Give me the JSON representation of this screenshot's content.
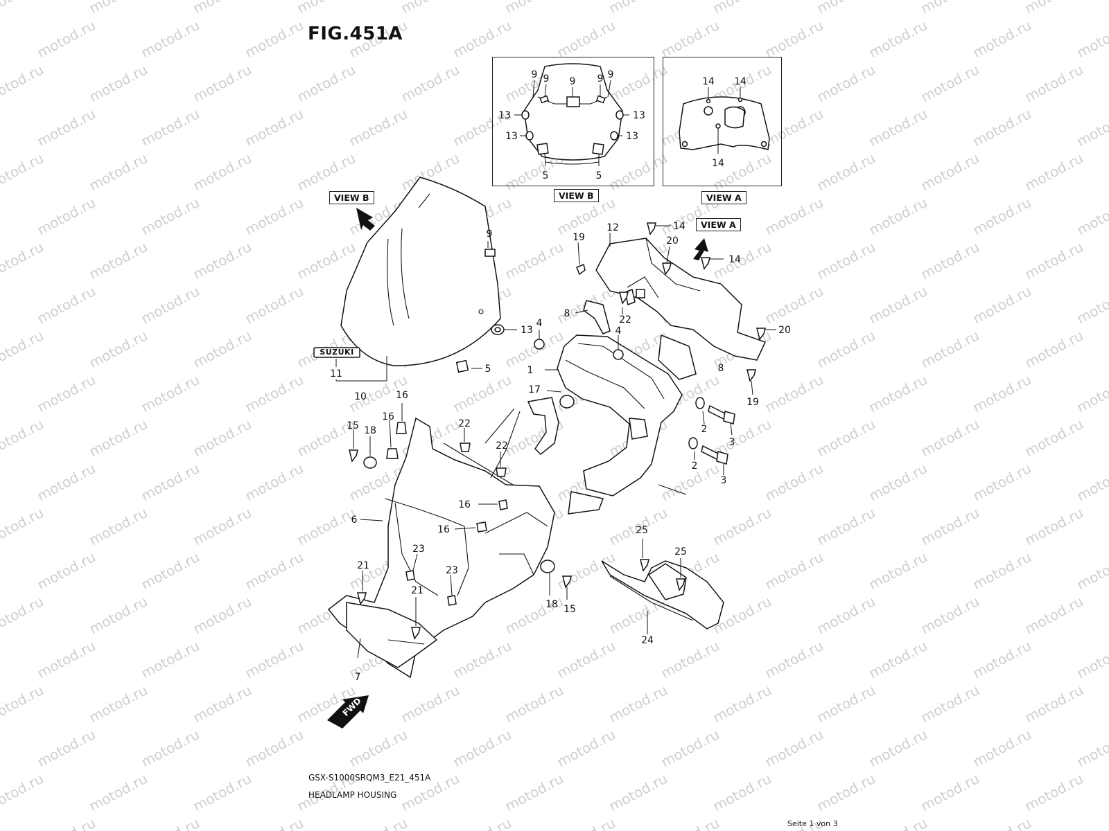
{
  "figure": {
    "title": "FIG.451A",
    "code": "GSX-S1000SRQM3_E21_451A",
    "name": "HEADLAMP HOUSING",
    "page": "Seite 1 von 3",
    "watermark": "motod.ru"
  },
  "views": {
    "view_b_label": "VIEW B",
    "view_a_label": "VIEW A",
    "view_b_pointer": "VIEW B",
    "view_a_pointer": "VIEW A",
    "fwd": "FWD",
    "brand_badge": "SUZUKI"
  },
  "callouts": {
    "view_b": [
      {
        "id": "vb-9a",
        "text": "9"
      },
      {
        "id": "vb-9b",
        "text": "9"
      },
      {
        "id": "vb-9c",
        "text": "9"
      },
      {
        "id": "vb-9d",
        "text": "9"
      },
      {
        "id": "vb-9e",
        "text": "9"
      },
      {
        "id": "vb-13a",
        "text": "13"
      },
      {
        "id": "vb-13b",
        "text": "13"
      },
      {
        "id": "vb-13c",
        "text": "13"
      },
      {
        "id": "vb-13d",
        "text": "13"
      },
      {
        "id": "vb-5a",
        "text": "5"
      },
      {
        "id": "vb-5b",
        "text": "5"
      }
    ],
    "view_a": [
      {
        "id": "va-14a",
        "text": "14"
      },
      {
        "id": "va-14b",
        "text": "14"
      },
      {
        "id": "va-14c",
        "text": "14"
      }
    ],
    "main": [
      {
        "id": "m-9",
        "text": "9"
      },
      {
        "id": "m-13",
        "text": "13"
      },
      {
        "id": "m-5",
        "text": "5"
      },
      {
        "id": "m-11",
        "text": "11"
      },
      {
        "id": "m-10",
        "text": "10"
      },
      {
        "id": "m-19a",
        "text": "19"
      },
      {
        "id": "m-12",
        "text": "12"
      },
      {
        "id": "m-14a",
        "text": "14"
      },
      {
        "id": "m-20a",
        "text": "20"
      },
      {
        "id": "m-14b",
        "text": "14"
      },
      {
        "id": "m-8a",
        "text": "8"
      },
      {
        "id": "m-22a",
        "text": "22"
      },
      {
        "id": "m-4a",
        "text": "4"
      },
      {
        "id": "m-4b",
        "text": "4"
      },
      {
        "id": "m-20b",
        "text": "20"
      },
      {
        "id": "m-1",
        "text": "1"
      },
      {
        "id": "m-8b",
        "text": "8"
      },
      {
        "id": "m-19b",
        "text": "19"
      },
      {
        "id": "m-17",
        "text": "17"
      },
      {
        "id": "m-2a",
        "text": "2"
      },
      {
        "id": "m-3a",
        "text": "3"
      },
      {
        "id": "m-2b",
        "text": "2"
      },
      {
        "id": "m-3b",
        "text": "3"
      },
      {
        "id": "m-16a",
        "text": "16"
      },
      {
        "id": "m-16b",
        "text": "16"
      },
      {
        "id": "m-15a",
        "text": "15"
      },
      {
        "id": "m-18a",
        "text": "18"
      },
      {
        "id": "m-22b",
        "text": "22"
      },
      {
        "id": "m-22c",
        "text": "22"
      },
      {
        "id": "m-16c",
        "text": "16"
      },
      {
        "id": "m-16d",
        "text": "16"
      },
      {
        "id": "m-6",
        "text": "6"
      },
      {
        "id": "m-23a",
        "text": "23"
      },
      {
        "id": "m-23b",
        "text": "23"
      },
      {
        "id": "m-21a",
        "text": "21"
      },
      {
        "id": "m-21b",
        "text": "21"
      },
      {
        "id": "m-18b",
        "text": "18"
      },
      {
        "id": "m-15b",
        "text": "15"
      },
      {
        "id": "m-25a",
        "text": "25"
      },
      {
        "id": "m-25b",
        "text": "25"
      },
      {
        "id": "m-24",
        "text": "24"
      },
      {
        "id": "m-7",
        "text": "7"
      }
    ]
  }
}
